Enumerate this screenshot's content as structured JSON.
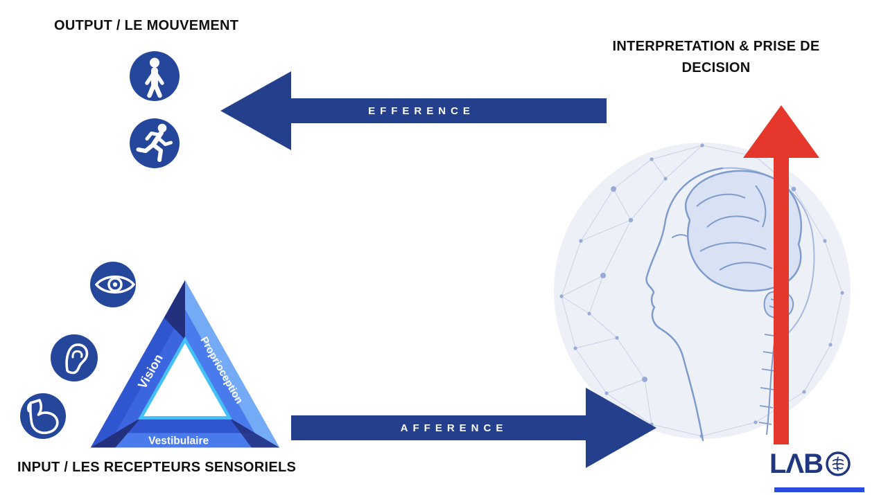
{
  "headings": {
    "output": "OUTPUT / LE MOUVEMENT",
    "interpretation": "INTERPRETATION & PRISE DE DECISION",
    "input": "INPUT / LES RECEPTEURS SENSORIELS"
  },
  "arrows": {
    "efference": "EFFERENCE",
    "afference": "AFFERENCE"
  },
  "triangle": {
    "vision": "Vision",
    "proprioception": "Proprioception",
    "vestibulaire": "Vestibulaire"
  },
  "logo": {
    "text": "LΛB"
  },
  "icons": {
    "output_top": "person-standing",
    "output_bottom": "person-running",
    "input_top": "eye",
    "input_middle": "ear",
    "input_bottom": "muscle-arm",
    "right_side": "brain-head-network-sphere",
    "logo_o": "brain"
  },
  "colors": {
    "background": "#ffffff",
    "heading-text": "#101010",
    "icon-blue": "#25479b",
    "arrow-blue": "#243f8c",
    "arrow-label": "#ffffff",
    "decision-red": "#e5372c",
    "tri-royal": "#2f55cf",
    "tri-royal-dark": "#2440b5",
    "tri-mid": "#4a7bed",
    "tri-mid2": "#3c66e0",
    "tri-light": "#74aaf6",
    "tri-cyan": "#45c0f6",
    "tri-navy": "#22307e",
    "sphere-fill": "#eef0f8",
    "mesh-line": "#bcc7e2",
    "head-stroke": "#7d9bcb",
    "brain-fill": "#d9e2f4",
    "logo-navy": "#20367f",
    "logo-underline": "#2b4ce0"
  }
}
